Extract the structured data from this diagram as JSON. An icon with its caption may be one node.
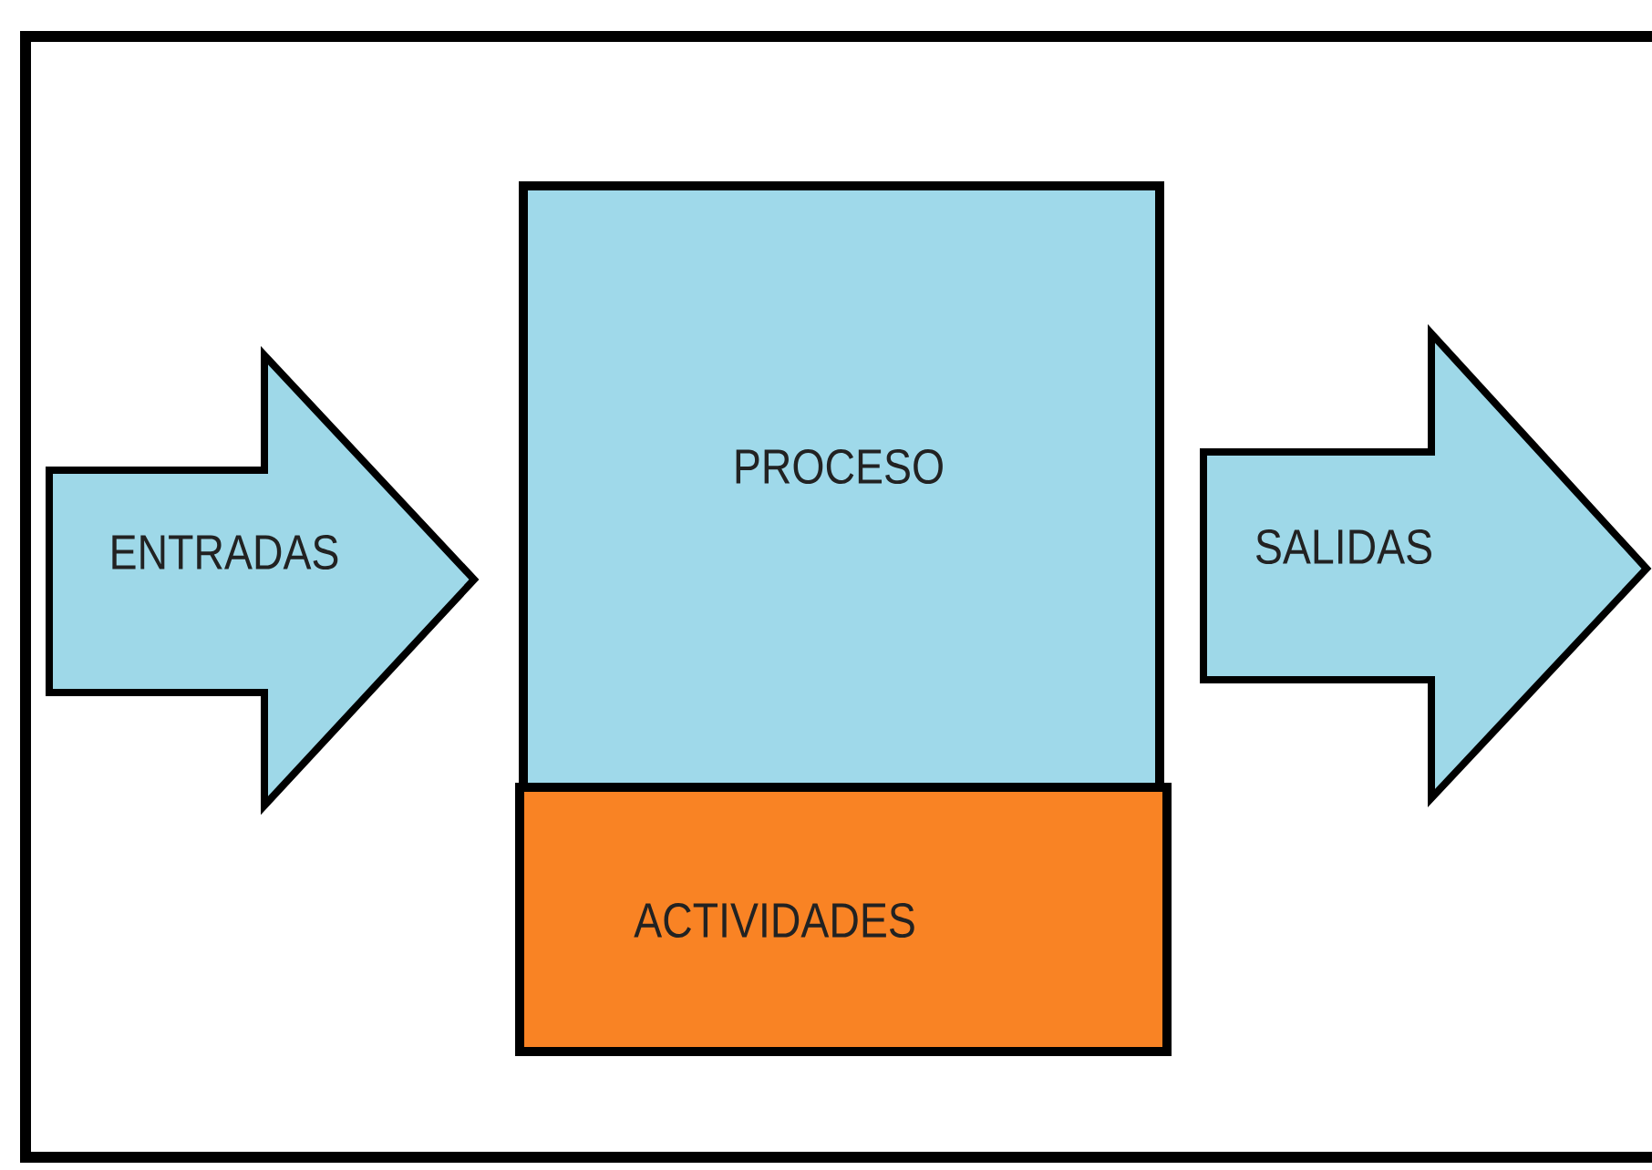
{
  "diagram": {
    "nodes": [
      {
        "text": [
          "ENTRADAS"
        ]
      },
      {
        "text": [
          "PROCESO"
        ]
      },
      {
        "text": [
          "ACTIVIDADES"
        ]
      },
      {
        "text": [
          "SALIDAS"
        ]
      }
    ]
  }
}
